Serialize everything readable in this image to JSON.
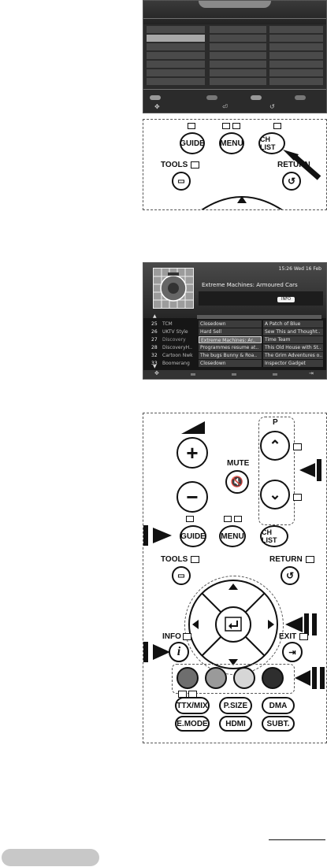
{
  "remote_small": {
    "guide": "GUIDE",
    "menu": "MENU",
    "ch_list": "CH LIST",
    "tools": "TOOLS",
    "return": "RETURN"
  },
  "guide_screen": {
    "time": "15:26 Wed 16 Feb",
    "program_title": "Extreme Machines: Armoured Cars",
    "info_badge": "INFO",
    "rows": [
      {
        "num": "25",
        "channel": "TCM",
        "now": "Closedown",
        "next": "A Patch of Blue"
      },
      {
        "num": "26",
        "channel": "UKTV Style",
        "now": "Hard Sell",
        "next": "Sew This and Thought.."
      },
      {
        "num": "27",
        "channel": "Discovery",
        "now": "Extreme Machines: Ar..",
        "next": "Time Team"
      },
      {
        "num": "28",
        "channel": "DiscoveryH..",
        "now": "Programmes resume at..",
        "next": "This Old House with St.."
      },
      {
        "num": "32",
        "channel": "Cartoon Nwk",
        "now": "The bugs Bunny & Roa..",
        "next": "The Grim Adventures o.."
      },
      {
        "num": "33",
        "channel": "Boomerang",
        "now": "Closedown",
        "next": "Inspector Gadget"
      }
    ]
  },
  "remote_large": {
    "p_label": "P",
    "mute": "MUTE",
    "guide": "GUIDE",
    "menu": "MENU",
    "ch_list": "CH LIST",
    "tools": "TOOLS",
    "return": "RETURN",
    "info": "INFO",
    "exit": "EXIT",
    "ttx_mix": "TTX/MIX",
    "p_size": "P.SIZE",
    "dma": "DMA",
    "e_mode": "E.MODE",
    "hdmi": "HDMI",
    "subt": "SUBT.",
    "colors": {
      "red": "#6e6e6e",
      "green": "#9a9a9a",
      "yellow": "#d6d6d6",
      "blue": "#2e2e2e"
    }
  }
}
